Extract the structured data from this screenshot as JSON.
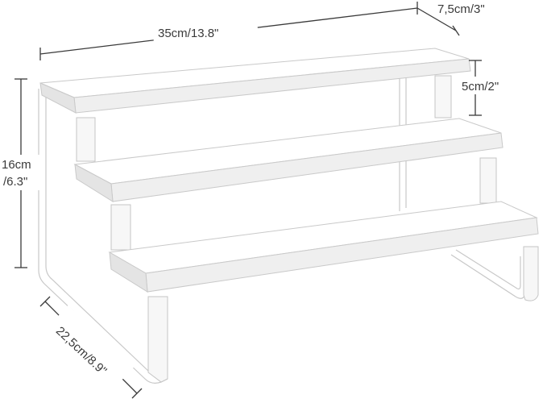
{
  "dimensions": {
    "width": "35cm/13.8\"",
    "depth_top": "7,5cm/3\"",
    "step_height": "5cm/2\"",
    "height_line1": "16cm",
    "height_line2": "/6.3\"",
    "depth_side": "22,5cm/8.9\""
  },
  "colors": {
    "line": "#3a3a3a",
    "shelf": "#ffffff",
    "frame": "#c8c8c8"
  }
}
